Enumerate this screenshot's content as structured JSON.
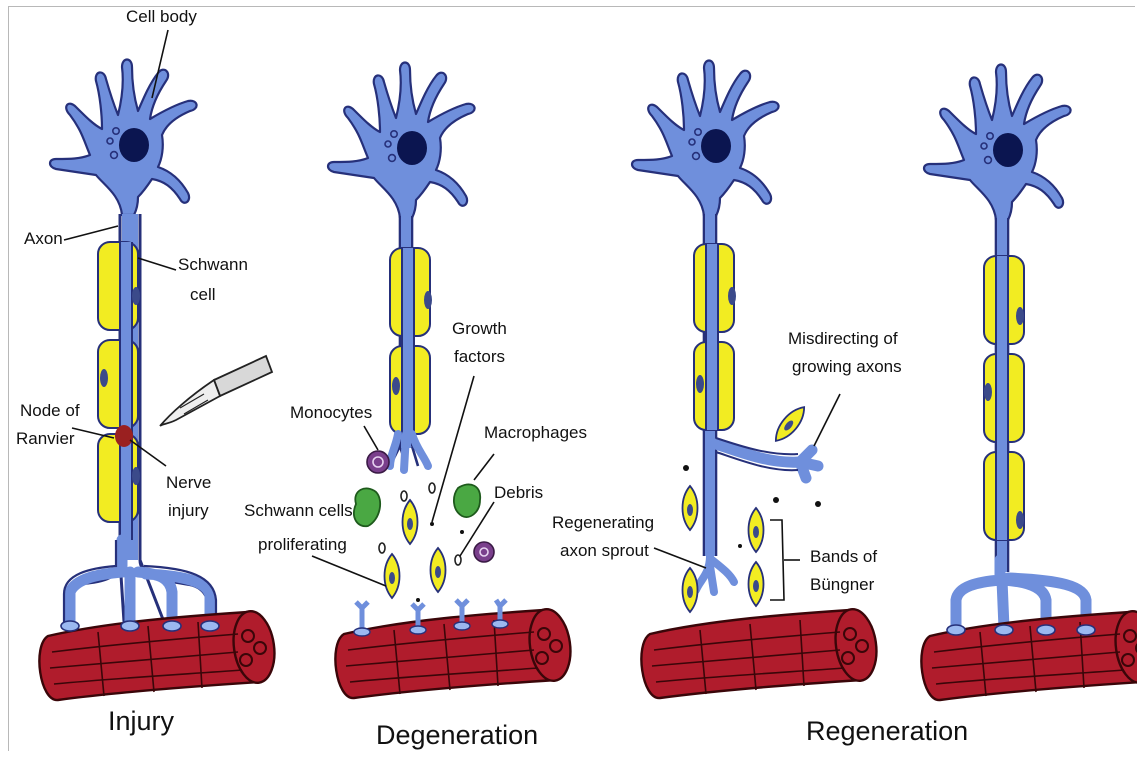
{
  "labels": {
    "cell_body": "Cell body",
    "axon": "Axon",
    "schwann_cell_1": "Schwann",
    "schwann_cell_2": "cell",
    "node_of_ranvier_1": "Node of",
    "node_of_ranvier_2": "Ranvier",
    "nerve_injury_1": "Nerve",
    "nerve_injury_2": "injury",
    "growth_factors_1": "Growth",
    "growth_factors_2": "factors",
    "monocytes": "Monocytes",
    "macrophages": "Macrophages",
    "debris": "Debris",
    "schwann_proliferating_1": "Schwann cells",
    "schwann_proliferating_2": "proliferating",
    "misdirecting_1": "Misdirecting of",
    "misdirecting_2": "growing axons",
    "regenerating_1": "Regenerating",
    "regenerating_2": "axon sprout",
    "bands_1": "Bands of",
    "bands_2": "Büngner"
  },
  "titles": {
    "injury": "Injury",
    "degeneration": "Degeneration",
    "regeneration": "Regeneration"
  },
  "colors": {
    "neuron": "#6f8fdc",
    "neuron_outline": "#26307a",
    "nucleus": "#0b1550",
    "schwann": "#f2ec22",
    "schwann_nucleus": "#3b4a8a",
    "muscle": "#b01c2c",
    "muscle_dark": "#6b0d18",
    "injury": "#9a2020",
    "macrophage": "#4aa843",
    "monocyte": "#7a3f8c",
    "debris": "#111111"
  }
}
